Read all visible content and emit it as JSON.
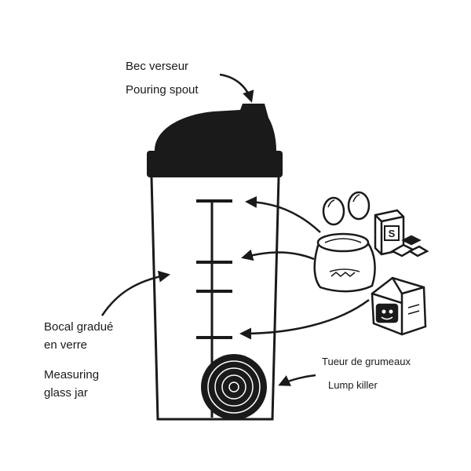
{
  "labels": {
    "spout_fr": "Bec verseur",
    "spout_en": "Pouring spout",
    "jar_fr_1": "Bocal gradué",
    "jar_fr_2": "en verre",
    "jar_en_1": "Measuring",
    "jar_en_2": "glass jar",
    "lump_fr": "Tueur de grumeaux",
    "lump_en": "Lump killer"
  },
  "icons": {
    "bottle": "shaker-bottle-icon",
    "eggs": "eggs-icon",
    "sugar": "sugar-box-icon",
    "flour": "flour-sack-icon",
    "milk": "milk-carton-icon",
    "lump_disc": "lump-killer-disc-icon"
  },
  "colors": {
    "ink": "#1a1a1a",
    "background": "#ffffff"
  }
}
